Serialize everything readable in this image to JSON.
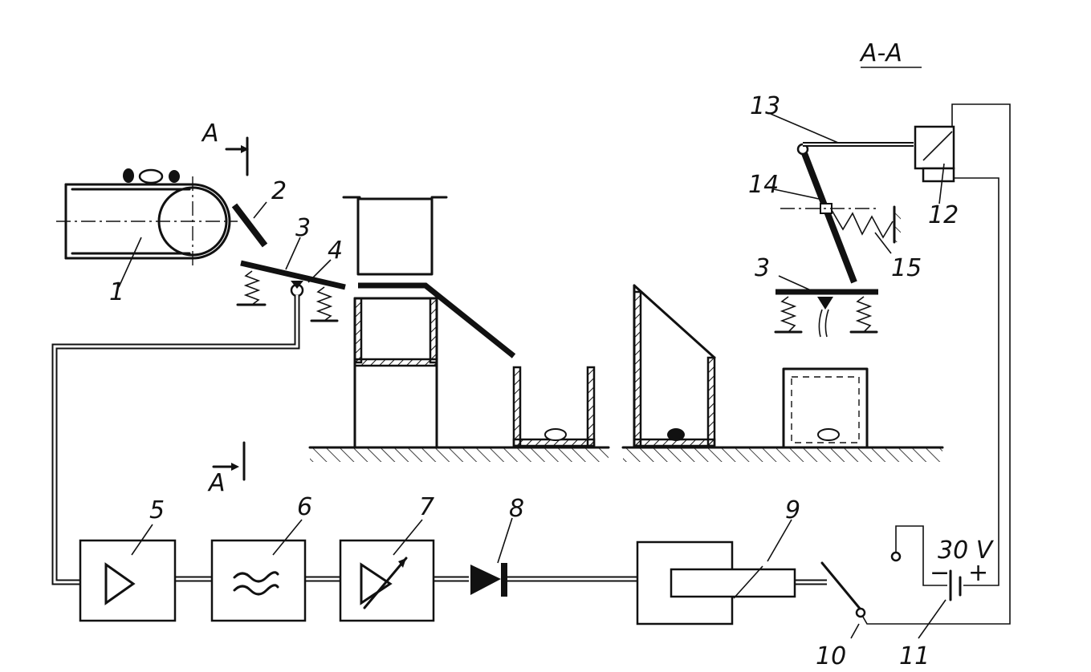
{
  "section_title": "A-A",
  "section_marks": [
    "A",
    "A"
  ],
  "voltage": "30 V",
  "polarity": {
    "minus": "−",
    "plus": "+"
  },
  "part_labels": [
    "1",
    "2",
    "3",
    "4",
    "5",
    "6",
    "7",
    "8",
    "9",
    "10",
    "11",
    "12",
    "13",
    "14",
    "15",
    "3"
  ]
}
